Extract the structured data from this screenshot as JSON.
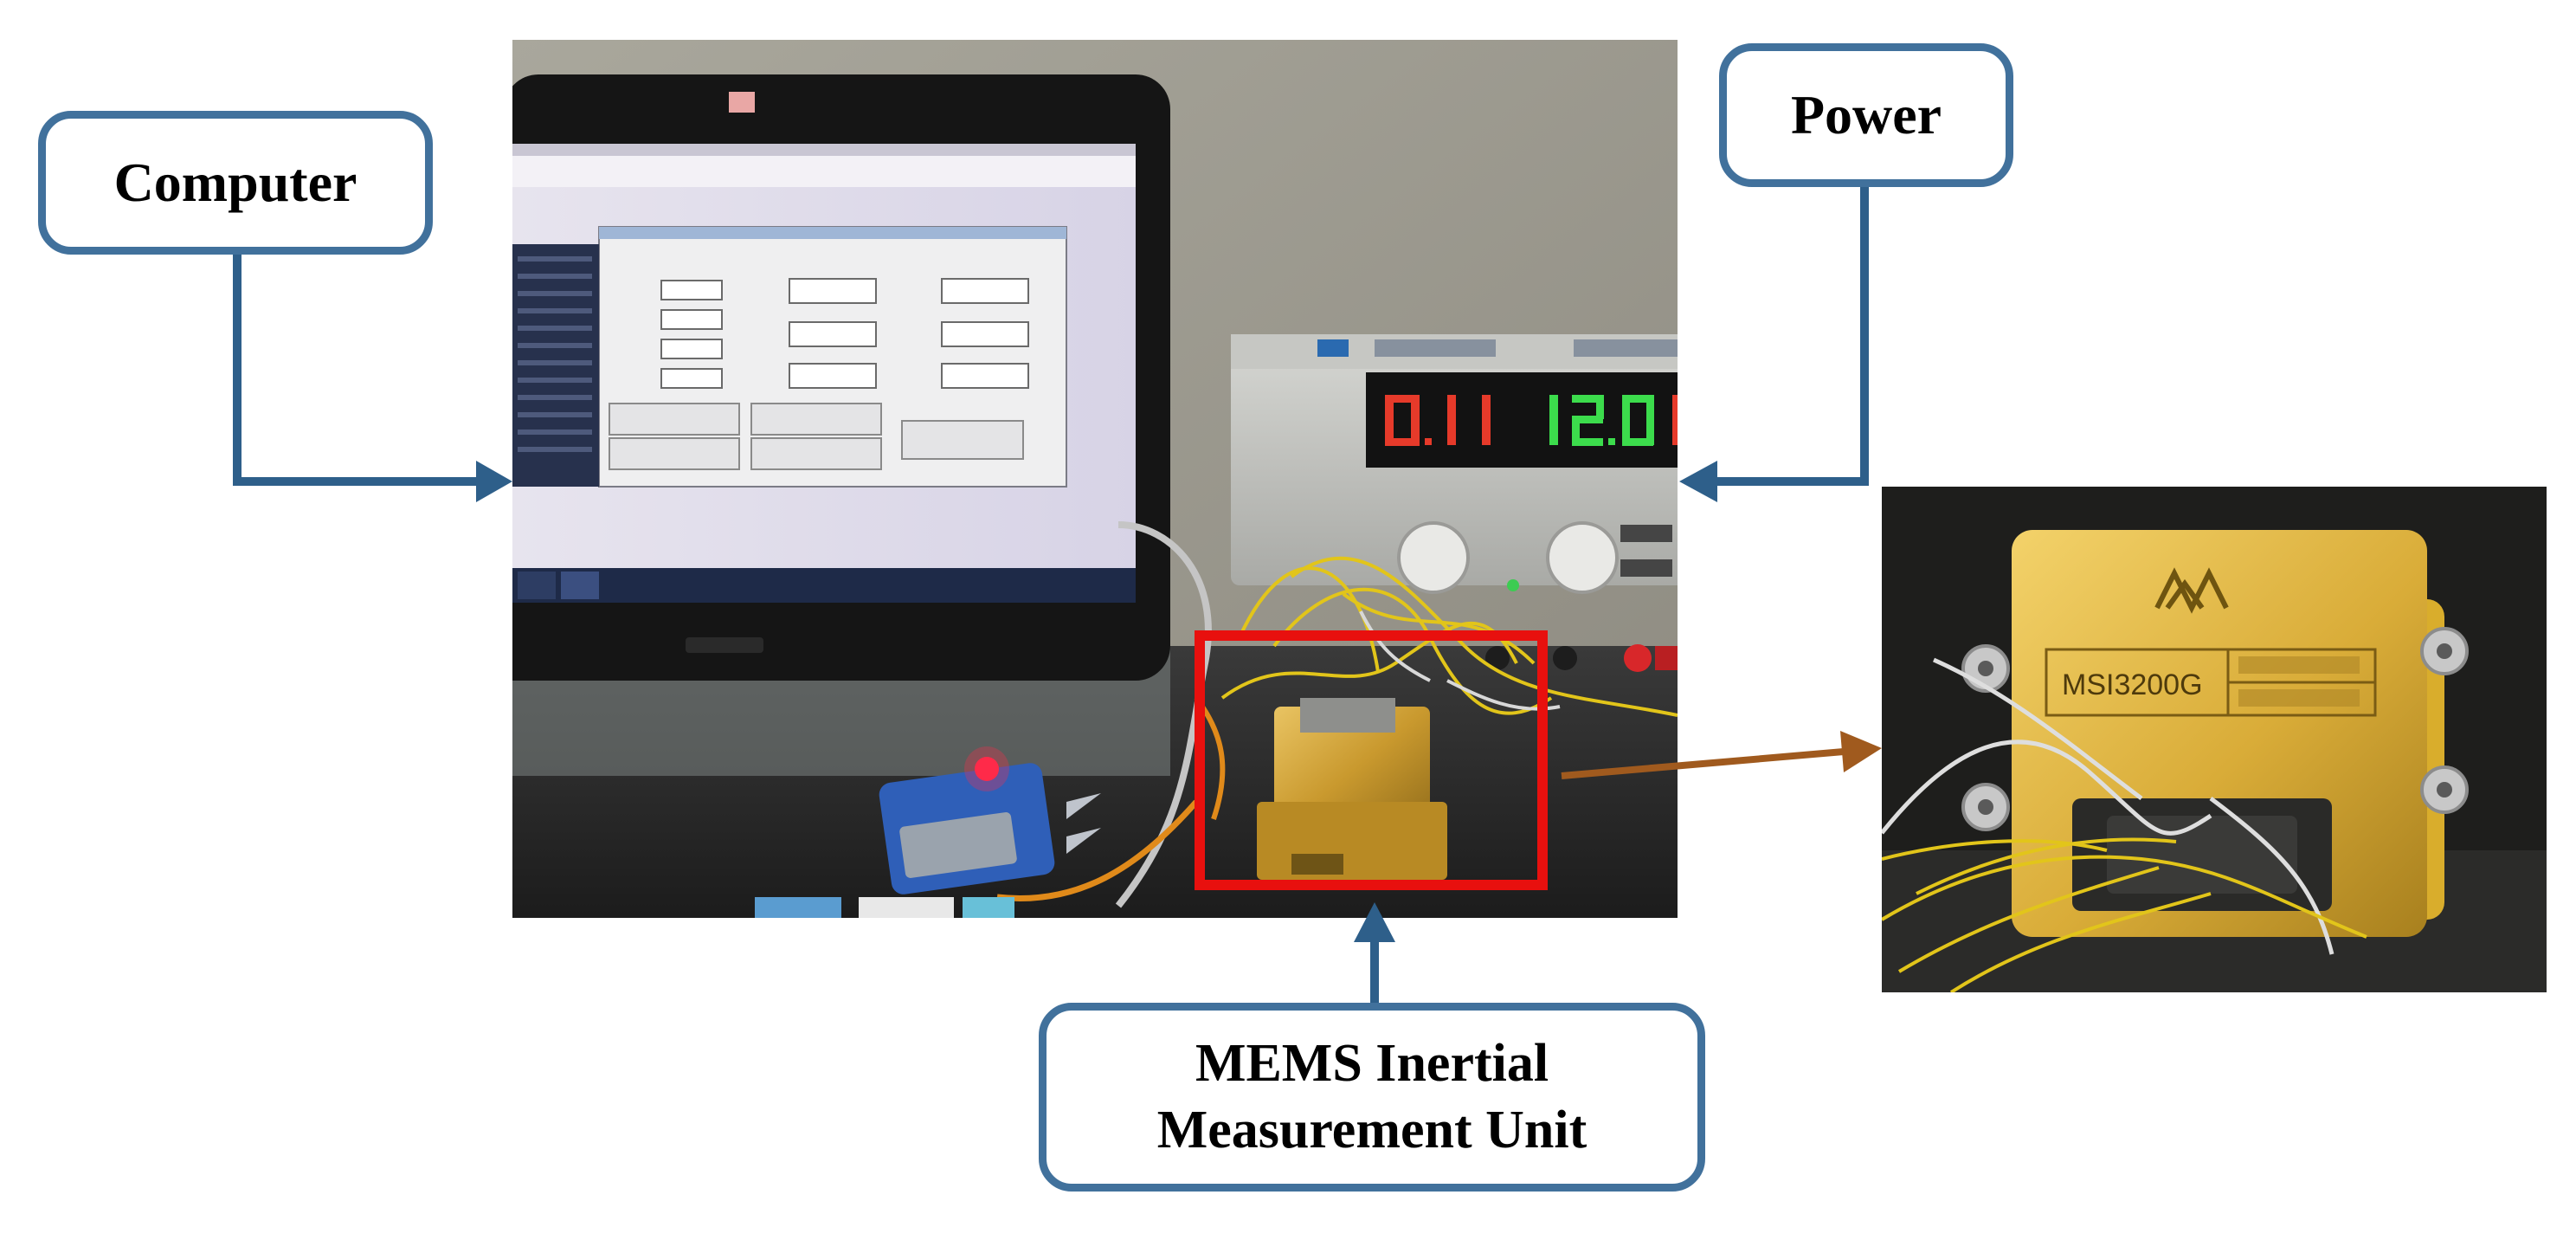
{
  "labels": {
    "computer": "Computer",
    "power": "Power",
    "imu_line1": "MEMS Inertial",
    "imu_line2": "Measurement Unit"
  },
  "photo": {
    "power_supply_display": {
      "current": "0.11",
      "voltage": "12.0"
    },
    "imu_model": "MSI3200G"
  },
  "colors": {
    "callout_border": "#41719c",
    "arrow": "#2e5f8a",
    "highlight_box": "#e8100e",
    "detail_arrow": "#a05a1e"
  }
}
